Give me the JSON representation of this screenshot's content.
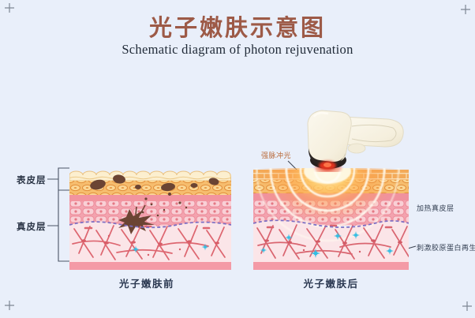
{
  "header": {
    "title": "光子嫩肤示意图",
    "subtitle": "Schematic diagram of photon rejuvenation"
  },
  "left_diagram": {
    "caption": "光子嫩肤前",
    "labels": {
      "epidermis": "表皮层",
      "dermis": "真皮层"
    }
  },
  "right_diagram": {
    "caption": "光子嫩肤后",
    "annotations": {
      "ipl": "强脉冲光",
      "heat_dermis": "加热真皮层",
      "collagen": "刺激胶原蛋白再生"
    }
  },
  "colors": {
    "background": "#e9effa",
    "title_brown": "#9d5a47",
    "text_navy": "#2a3750",
    "ipl_label_orange": "#b96a3a",
    "stratum_cream": "#fcefcf",
    "epidermis_orange": "#f6bd6e",
    "pink_band": "#f2949f",
    "pink_cells": "#f9d0d6",
    "dermis_pink": "#fbe5e8",
    "fiber_red": "#dd6670",
    "basement_dash_purple": "#7b6ec4",
    "melanin_brown": "#6b4433",
    "fibroblast_cyan": "#35bde2",
    "device_body": "#f7f2e3",
    "device_tip_dark": "#262120",
    "device_glow_red": "#e2301f",
    "glow_orange": "#ffa046"
  }
}
